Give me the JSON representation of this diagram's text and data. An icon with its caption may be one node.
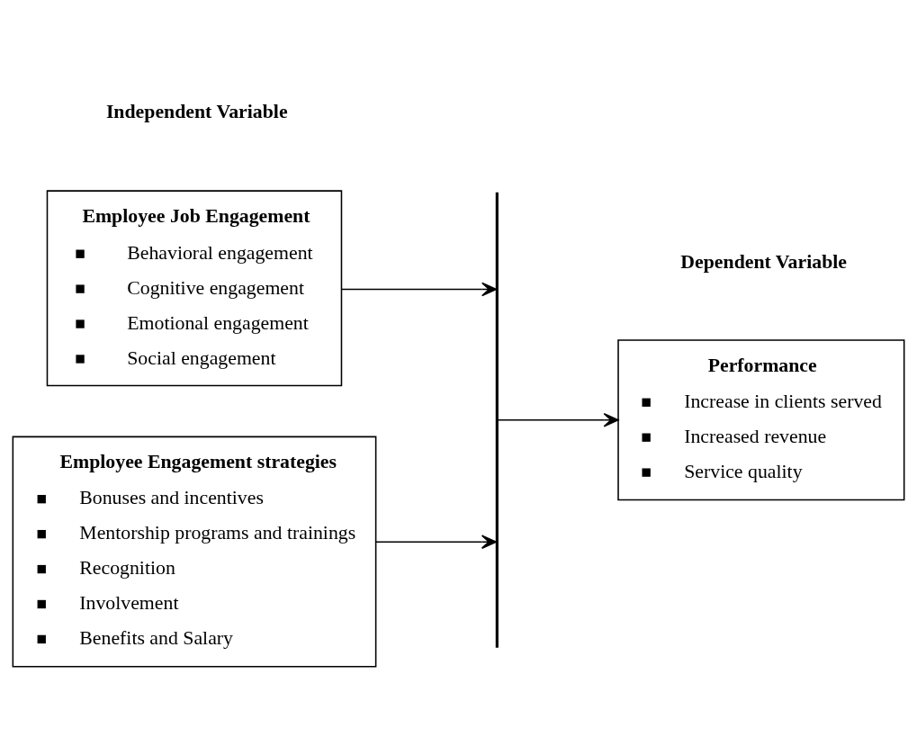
{
  "diagram": {
    "nodes": [
      {
        "text": [
          "Employee Job Engagement",
          "Behavioral engagement",
          "Cognitive engagement",
          "Emotional engagement",
          "Social engagement"
        ]
      },
      {
        "text": [
          "Employee Engagement strategies",
          "Bonuses and incentives",
          "Mentorship programs and trainings",
          "Recognition",
          "Involvement",
          "Benefits and Salary"
        ]
      },
      {
        "text": [],
        "shape": "bar"
      },
      {
        "text": [
          "Performance",
          "Increase in clients served",
          "Increased revenue",
          "Service quality"
        ]
      }
    ],
    "edges": [
      {
        "from": 0,
        "to": 2,
        "arrow": "to"
      },
      {
        "from": 1,
        "to": 2,
        "arrow": "to"
      },
      {
        "from": 2,
        "to": 3,
        "arrow": "to"
      }
    ],
    "labels": [
      "Independent Variable",
      "Dependent Variable"
    ]
  }
}
